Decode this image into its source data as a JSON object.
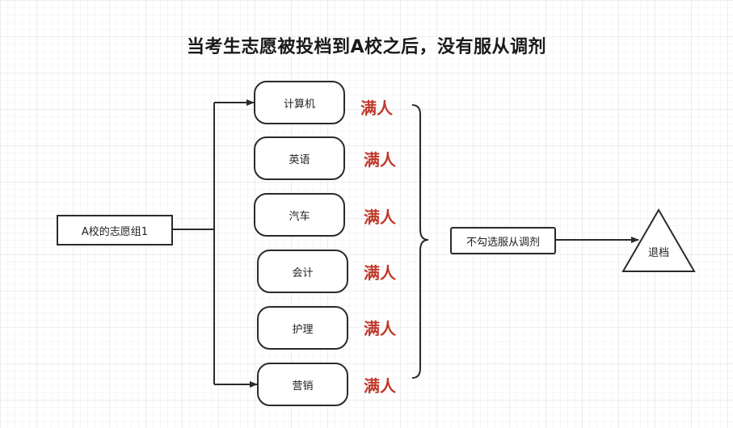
{
  "title": "当考生志愿被投档到A校之后，没有服从调剂",
  "group": {
    "label": "A校的志愿组1"
  },
  "majors": [
    {
      "name": "计算机",
      "status": "满人"
    },
    {
      "name": "英语",
      "status": "满人"
    },
    {
      "name": "汽车",
      "status": "满人"
    },
    {
      "name": "会计",
      "status": "满人"
    },
    {
      "name": "护理",
      "status": "满人"
    },
    {
      "name": "营销",
      "status": "满人"
    }
  ],
  "decision": {
    "label": "不勾选服从调剂"
  },
  "result": {
    "label": "退档"
  },
  "colors": {
    "status": "#c0392b",
    "stroke": "#2a2a2a"
  }
}
